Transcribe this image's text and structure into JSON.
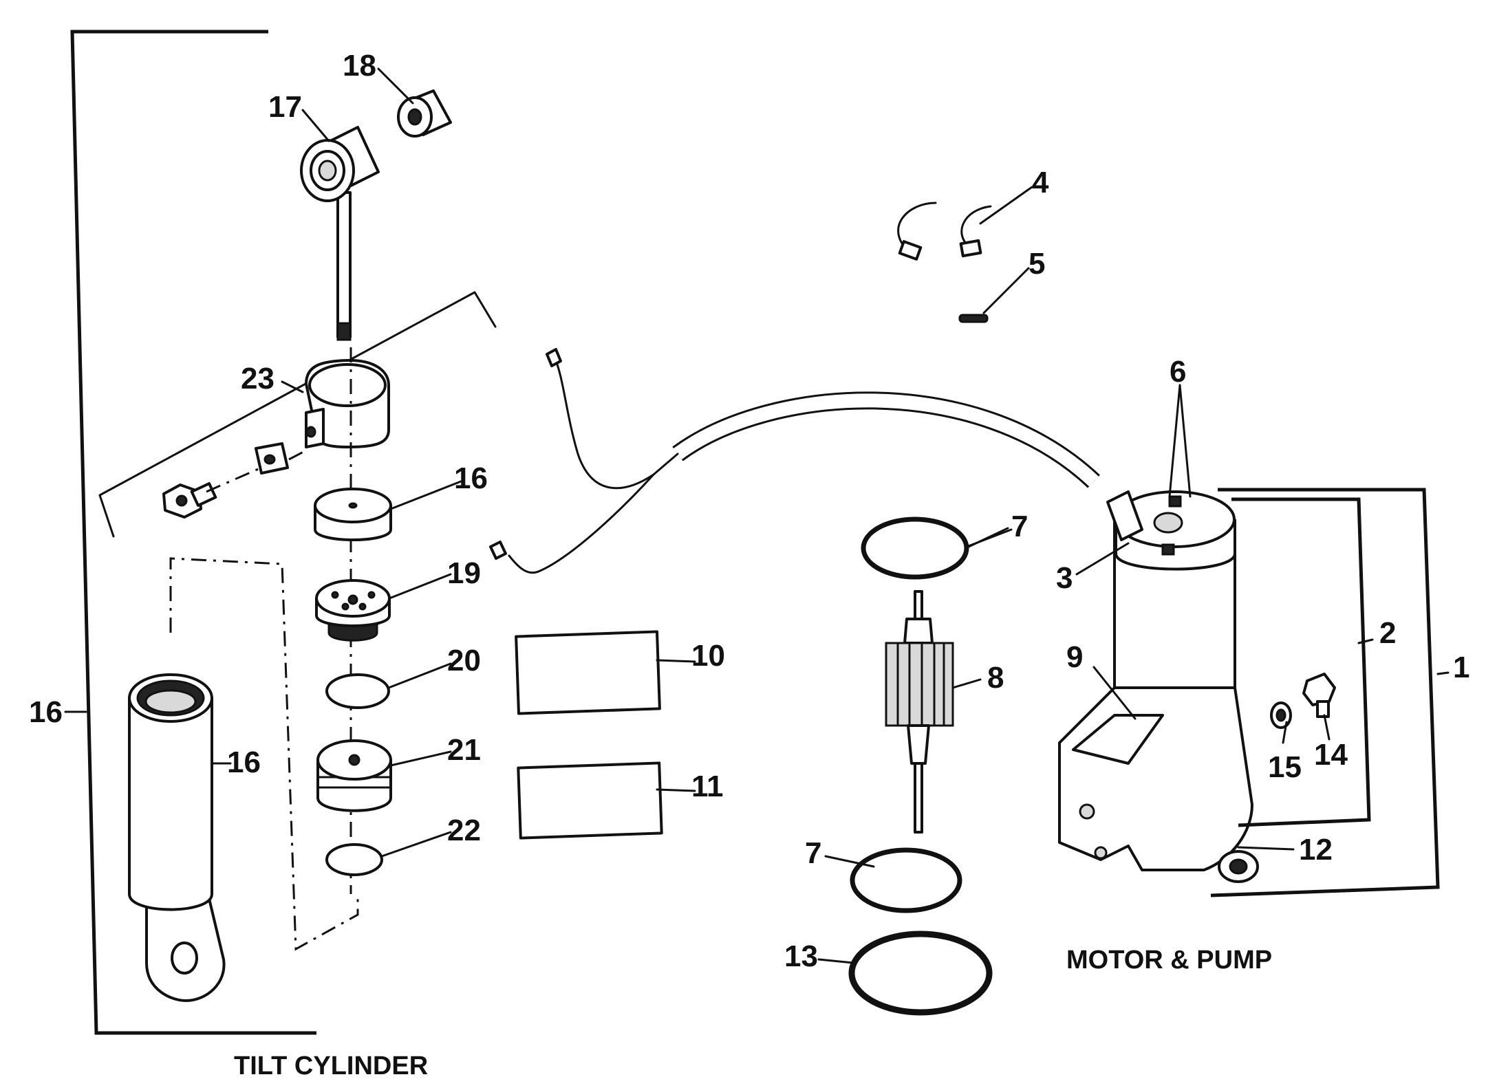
{
  "labels": {
    "tilt_cylinder": "TILT CYLINDER",
    "motor_pump": "MOTOR & PUMP"
  },
  "callouts": {
    "c1": "1",
    "c2": "2",
    "c3": "3",
    "c4": "4",
    "c5": "5",
    "c6": "6",
    "c7a": "7",
    "c7b": "7",
    "c8": "8",
    "c9": "9",
    "c10": "10",
    "c11": "11",
    "c12": "12",
    "c13": "13",
    "c14": "14",
    "c15": "15",
    "c16a": "16",
    "c16b": "16",
    "c16c": "16",
    "c17": "17",
    "c18": "18",
    "c19": "19",
    "c20": "20",
    "c21": "21",
    "c22": "22",
    "c23": "23"
  }
}
